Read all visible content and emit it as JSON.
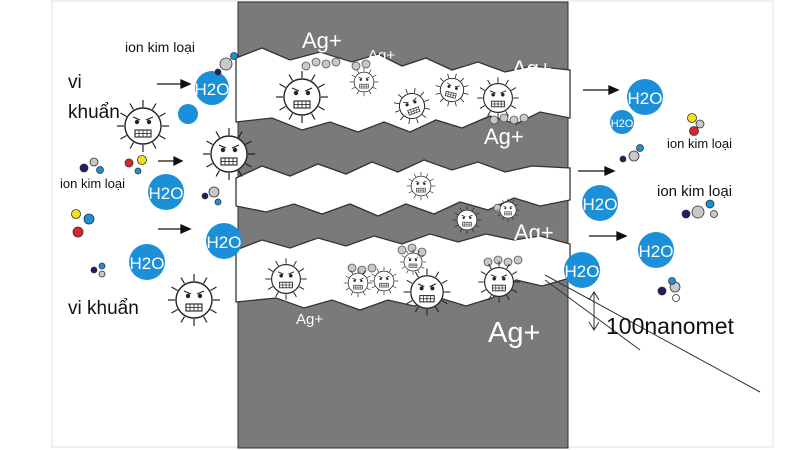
{
  "labels": {
    "ion_left_top": "ion kim loại",
    "ion_left_mid": "ion kim loại",
    "ion_right_mid": "ion kim loại",
    "ion_right_low": "ion kim loại",
    "vi_top_line1": "vi",
    "vi_top_line2": "khuẩn",
    "vi_bottom": "vi khuẩn",
    "scale": "100nanomet"
  },
  "water": "H2O",
  "ag": "Ag+",
  "colors": {
    "membrane": "#7a7a7a",
    "water": "#1b8fd8",
    "ion_red": "#d8262a",
    "ion_yellow": "#f2e21b",
    "ion_navy": "#1d1f6b",
    "ion_blue": "#1b8fd8",
    "ion_gray": "#c8c8c8"
  }
}
